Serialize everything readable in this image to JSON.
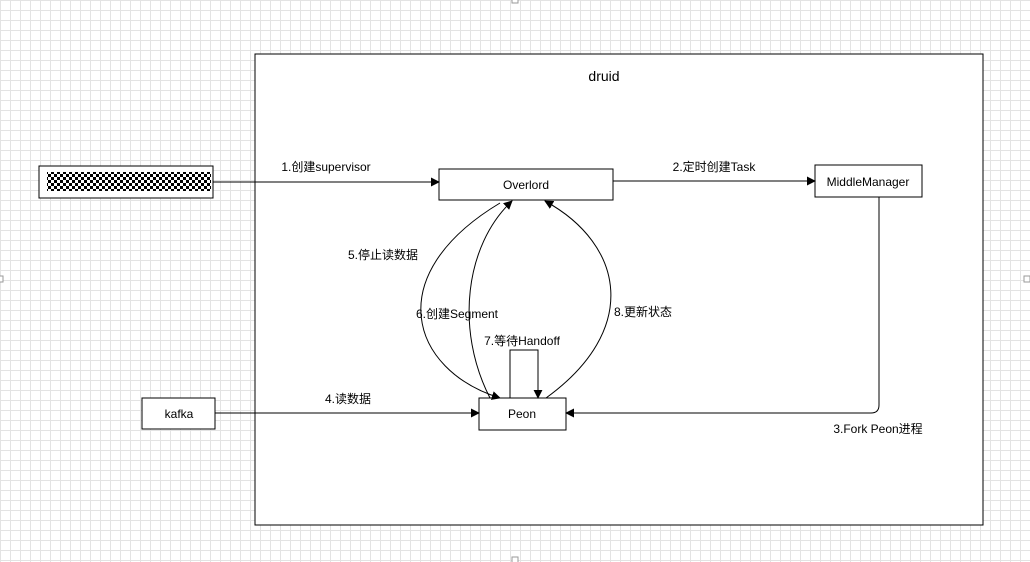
{
  "container": {
    "title": "druid"
  },
  "nodes": {
    "source": {
      "label": ""
    },
    "overlord": {
      "label": "Overlord"
    },
    "middle_manager": {
      "label": "MiddleManager"
    },
    "kafka": {
      "label": "kafka"
    },
    "peon": {
      "label": "Peon"
    }
  },
  "edges": {
    "create_supervisor": "1.创建supervisor",
    "create_task": "2.定时创建Task",
    "fork_peon": "3.Fork Peon进程",
    "read_data": "4.读数据",
    "stop_reading": "5.停止读数据",
    "create_segment": "6.创建Segment",
    "wait_handoff": "7.等待Handoff",
    "update_status": "8.更新状态"
  },
  "colors": {
    "stroke": "#000000",
    "grid": "#e3e3e3",
    "background": "#ffffff"
  }
}
